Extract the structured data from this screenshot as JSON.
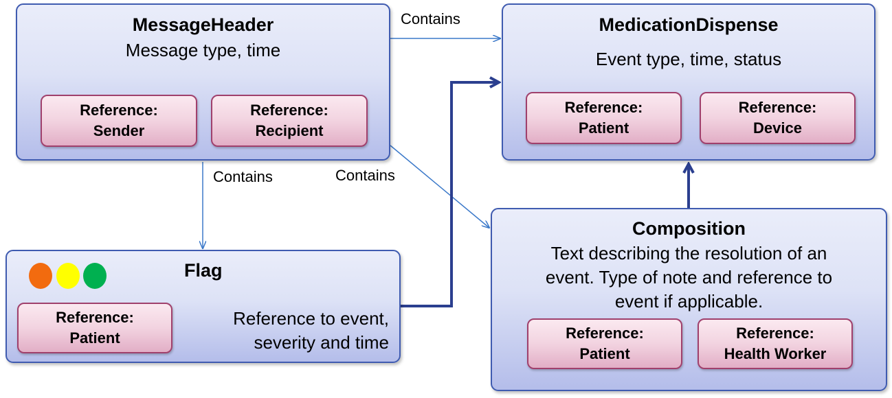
{
  "boxes": {
    "message_header": {
      "title": "MessageHeader",
      "description": "Message type, time",
      "refs": [
        {
          "line1": "Reference:",
          "line2": "Sender"
        },
        {
          "line1": "Reference:",
          "line2": "Recipient"
        }
      ]
    },
    "medication_dispense": {
      "title": "MedicationDispense",
      "description": "Event type, time, status",
      "refs": [
        {
          "line1": "Reference:",
          "line2": "Patient"
        },
        {
          "line1": "Reference:",
          "line2": "Device"
        }
      ]
    },
    "flag": {
      "title": "Flag",
      "description_line1": "Reference to event,",
      "description_line2": "severity and time",
      "refs": [
        {
          "line1": "Reference:",
          "line2": "Patient"
        }
      ],
      "status_colors": [
        "#f26b0f",
        "#ffff00",
        "#00b050"
      ]
    },
    "composition": {
      "title": "Composition",
      "description_line1": "Text describing the resolution of an",
      "description_line2": "event. Type of note and reference to",
      "description_line3": "event if applicable.",
      "refs": [
        {
          "line1": "Reference:",
          "line2": "Patient"
        },
        {
          "line1": "Reference:",
          "line2": "Health Worker"
        }
      ]
    }
  },
  "connectors": {
    "header_to_dispense": "Contains",
    "header_to_flag": "Contains",
    "header_to_composition": "Contains"
  },
  "colors": {
    "box_border": "#3f5bb0",
    "ref_border": "#a0406c",
    "thin_arrow": "#3a78c9",
    "thick_arrow": "#2b3f8f"
  }
}
